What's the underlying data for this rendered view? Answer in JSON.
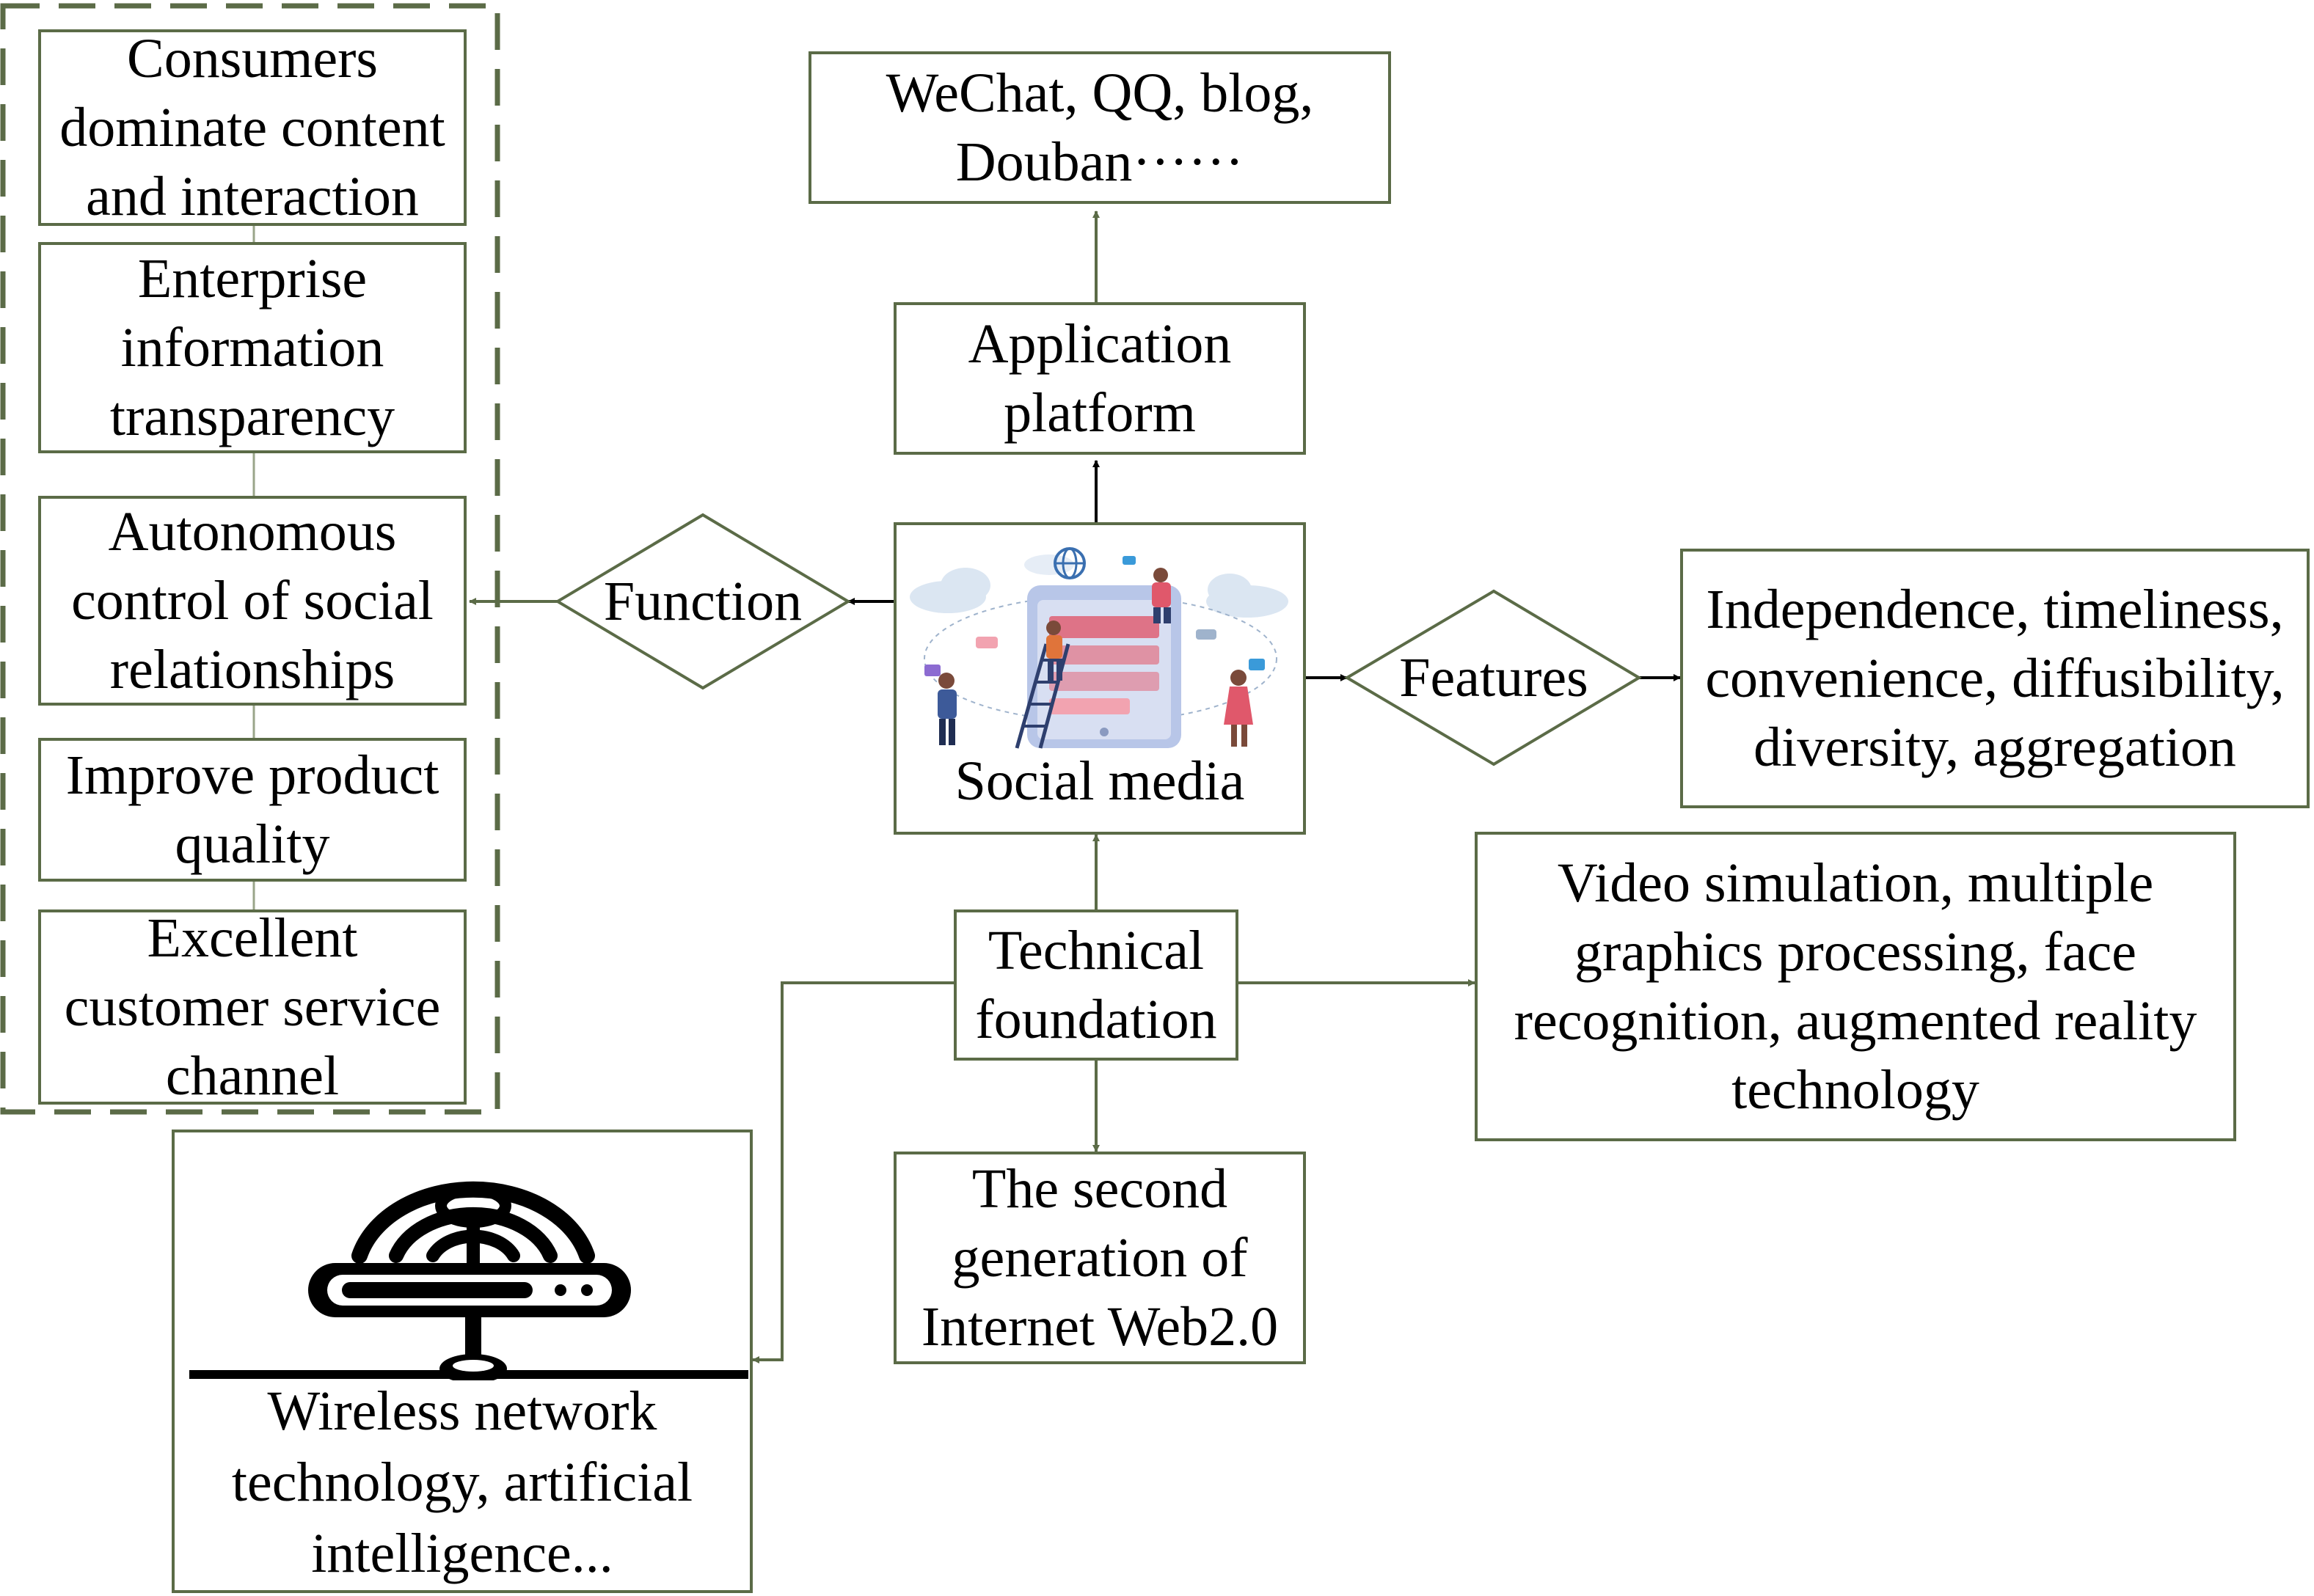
{
  "nodes": {
    "social_media": "Social media",
    "application_platform": "Application platform",
    "apps": "WeChat, QQ, blog, Douban······",
    "function": "Function",
    "features": "Features",
    "features_list": "Independence, timeliness, convenience, diffusibility, diversity, aggregation",
    "technical_foundation": "Technical foundation",
    "tech_list": "Video simulation, multiple graphics processing, face recognition, augmented reality technology",
    "web2": "The second generation of Internet Web2.0",
    "wireless": "Wireless network technology, artificial intelligence..."
  },
  "functions": [
    "Consumers dominate content and interaction",
    "Enterprise information transparency",
    "Autonomous control of social relationships",
    "Improve product quality",
    "Excellent customer service channel"
  ],
  "colors": {
    "box_border": "#5b6b47",
    "dashed_border": "#5b6b47",
    "arrow": "#000000",
    "illustration_accent": "#e0586b"
  },
  "icons": {
    "social_media_illustration": "social-media-illustration",
    "wireless_router": "wireless-router-icon"
  }
}
